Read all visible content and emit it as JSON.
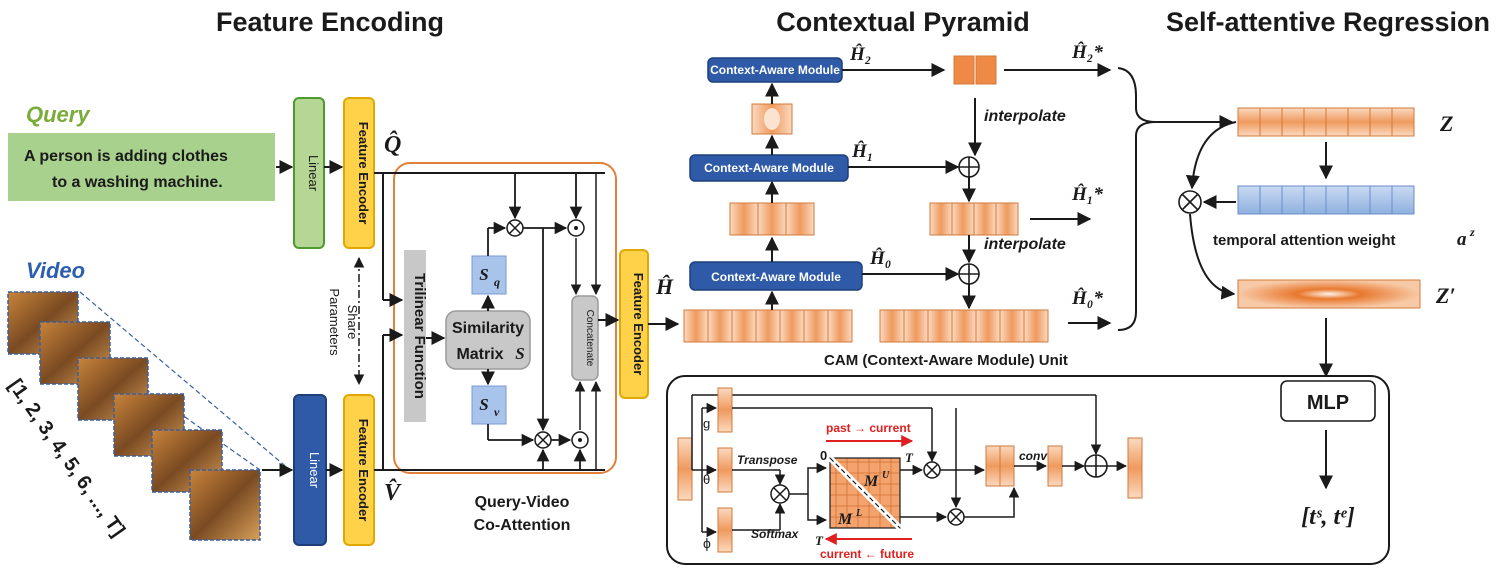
{
  "sections": {
    "feature_encoding": "Feature Encoding",
    "contextual_pyramid": "Contextual Pyramid",
    "self_attentive_regression": "Self-attentive Regression"
  },
  "query": {
    "label": "Query",
    "text_line1": "A person is adding clothes",
    "text_line2": "to a washing machine."
  },
  "video": {
    "label": "Video",
    "frame_index_text": "[1, 2, 3, 4, 5, 6, ..., T]"
  },
  "encoding": {
    "linear": "Linear",
    "feature_encoder": "Feature Encoder",
    "share_line1": "Share",
    "share_line2": "Parameters",
    "q_hat": "Q̂",
    "v_hat": "V̂",
    "trilinear": "Trilinear Function",
    "sim_line1": "Similarity",
    "sim_line2": "Matrix",
    "sim_sym": "S",
    "sq": "S",
    "sq_sub": "q",
    "sv": "S",
    "sv_sub": "v",
    "concatenate": "Concatenate",
    "coattn_line1": "Query-Video",
    "coattn_line2": "Co-Attention",
    "h_hat": "Ĥ"
  },
  "pyramid": {
    "cam": "Context-Aware Module",
    "h0": "Ĥ₀",
    "h1": "Ĥ₁",
    "h2": "Ĥ₂",
    "h0_star": "Ĥ₀*",
    "h1_star": "Ĥ₁*",
    "h2_star": "Ĥ₂*",
    "interpolate": "interpolate",
    "cam_unit": "CAM (Context-Aware Module) Unit"
  },
  "cam_unit": {
    "g": "g",
    "theta": "θ",
    "phi": "ϕ",
    "transpose": "Transpose",
    "softmax": "Softmax",
    "past_current": "past → current",
    "current_future": "current ← future",
    "zero": "0",
    "t_top": "T",
    "t_bottom": "T",
    "mu": "M",
    "mu_sup": "U",
    "ml": "M",
    "ml_sup": "L",
    "conv": "conv"
  },
  "regression": {
    "z": "Z",
    "z_prime": "Z′",
    "attn_weight_text": "temporal attention weight",
    "attn_sym": "a",
    "attn_sup": "z",
    "mlp": "MLP",
    "output": "[tˢ, tᵉ]"
  },
  "colors": {
    "orange_cell": "#f4b183",
    "orange_dark": "#e07a3a",
    "blue_module": "#2e5aa8",
    "green_linear": "#b5d694",
    "green_border": "#4e9a2e",
    "yellow_encoder": "#ffd24a",
    "lightblue_cell": "#a9c4ea",
    "query_green": "#7aac3a",
    "video_blue": "#2d5fb0",
    "arrow_red": "#e02020"
  }
}
